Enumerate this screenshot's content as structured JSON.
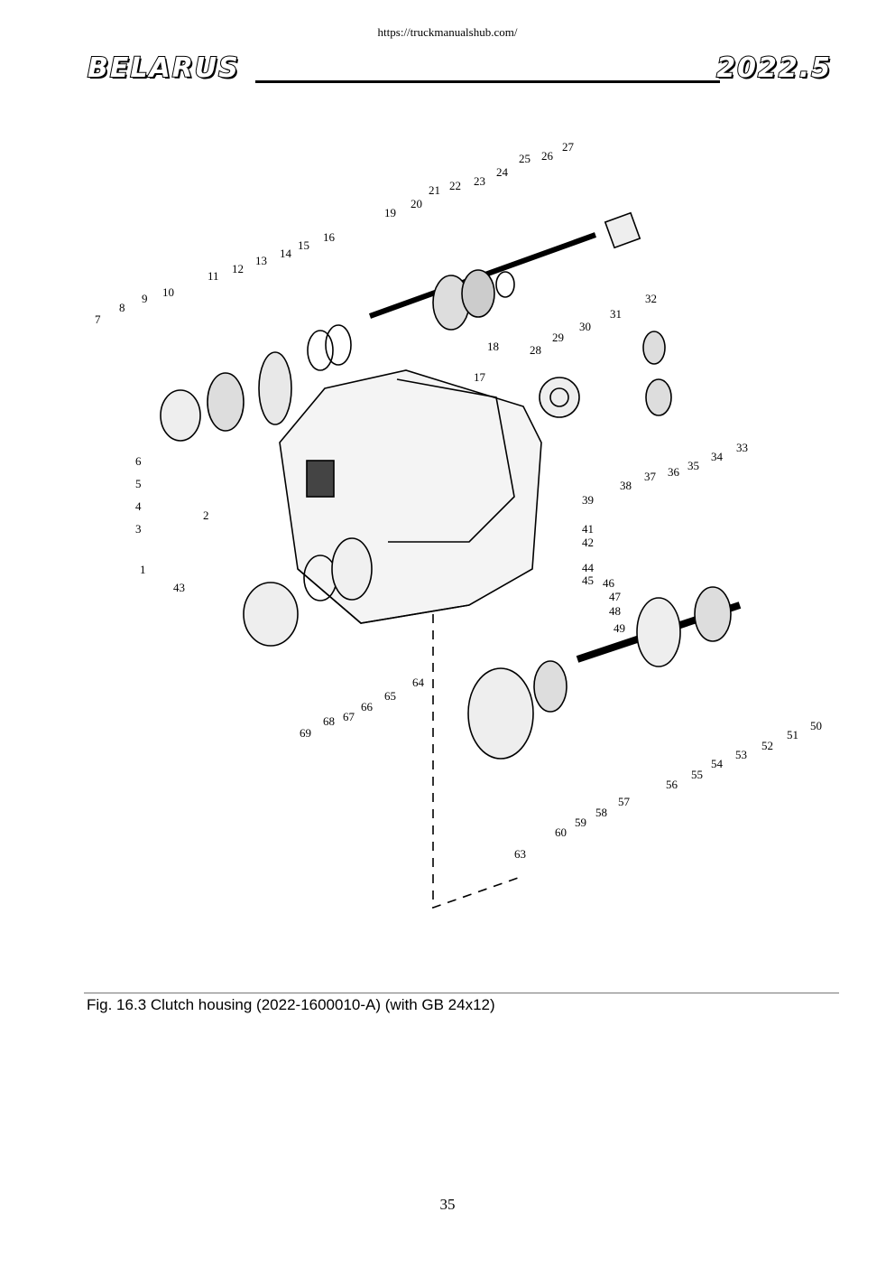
{
  "header": {
    "url": "https://truckmanualshub.com/",
    "brand_left": "BELARUS",
    "brand_right": "2022.5"
  },
  "figure": {
    "caption": "Fig. 16.3 Clutch housing (2022-1600010-A) (with GB 24x12)",
    "callouts": [
      "1",
      "2",
      "3",
      "4",
      "5",
      "6",
      "7",
      "8",
      "9",
      "10",
      "11",
      "12",
      "13",
      "14",
      "15",
      "16",
      "17",
      "18",
      "19",
      "20",
      "21",
      "22",
      "23",
      "24",
      "25",
      "26",
      "27",
      "28",
      "29",
      "30",
      "31",
      "32",
      "33",
      "34",
      "35",
      "36",
      "37",
      "38",
      "39",
      "41",
      "42",
      "43",
      "44",
      "45",
      "46",
      "47",
      "48",
      "49",
      "50",
      "51",
      "52",
      "53",
      "54",
      "55",
      "56",
      "57",
      "58",
      "59",
      "60",
      "63",
      "64",
      "65",
      "66",
      "67",
      "68",
      "69"
    ]
  },
  "footer": {
    "page_number": "35"
  }
}
